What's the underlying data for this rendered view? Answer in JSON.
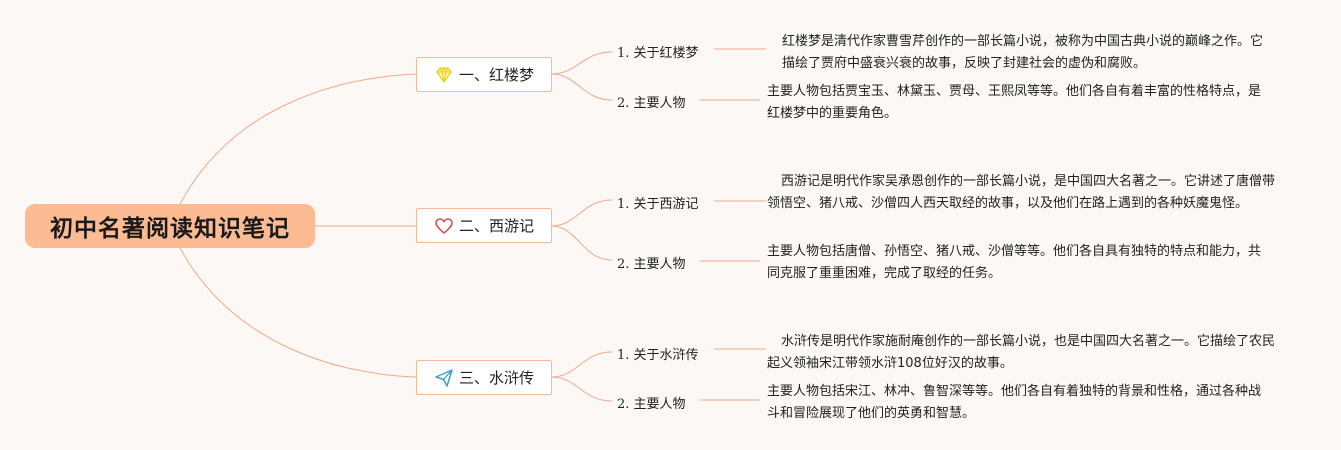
{
  "root": {
    "title": "初中名著阅读知识笔记"
  },
  "topics": [
    {
      "label": "一、红楼梦",
      "icon": "diamond-icon",
      "subs": [
        {
          "label": "1. 关于红楼梦",
          "text": "红楼梦是清代作家曹雪芹创作的一部长篇小说，被称为中国古典小说的巅峰之作。它描绘了贾府中盛衰兴衰的故事，反映了封建社会的虚伪和腐败。"
        },
        {
          "label": "2. 主要人物",
          "text": "主要人物包括贾宝玉、林黛玉、贾母、王熙凤等等。他们各自有着丰富的性格特点，是红楼梦中的重要角色。"
        }
      ]
    },
    {
      "label": "二、西游记",
      "icon": "heart-icon",
      "subs": [
        {
          "label": "1. 关于西游记",
          "text": "西游记是明代作家吴承恩创作的一部长篇小说，是中国四大名著之一。它讲述了唐僧带领悟空、猪八戒、沙僧四人西天取经的故事，以及他们在路上遇到的各种妖魔鬼怪。"
        },
        {
          "label": "2. 主要人物",
          "text": "主要人物包括唐僧、孙悟空、猪八戒、沙僧等等。他们各自具有独特的特点和能力，共同克服了重重困难，完成了取经的任务。"
        }
      ]
    },
    {
      "label": "三、水浒传",
      "icon": "paper-plane-icon",
      "subs": [
        {
          "label": "1. 关于水浒传",
          "text": "水浒传是明代作家施耐庵创作的一部长篇小说，也是中国四大名著之一。它描绘了农民起义领袖宋江带领水浒108位好汉的故事。"
        },
        {
          "label": "2. 主要人物",
          "text": "主要人物包括宋江、林冲、鲁智深等等。他们各自有着独特的背景和性格，通过各种战斗和冒险展现了他们的英勇和智慧。"
        }
      ]
    }
  ],
  "colors": {
    "root_bg": "#fdbb94",
    "line": "#f2a98a",
    "topic_border": "#f4b998",
    "background": "#fbf8f6"
  }
}
